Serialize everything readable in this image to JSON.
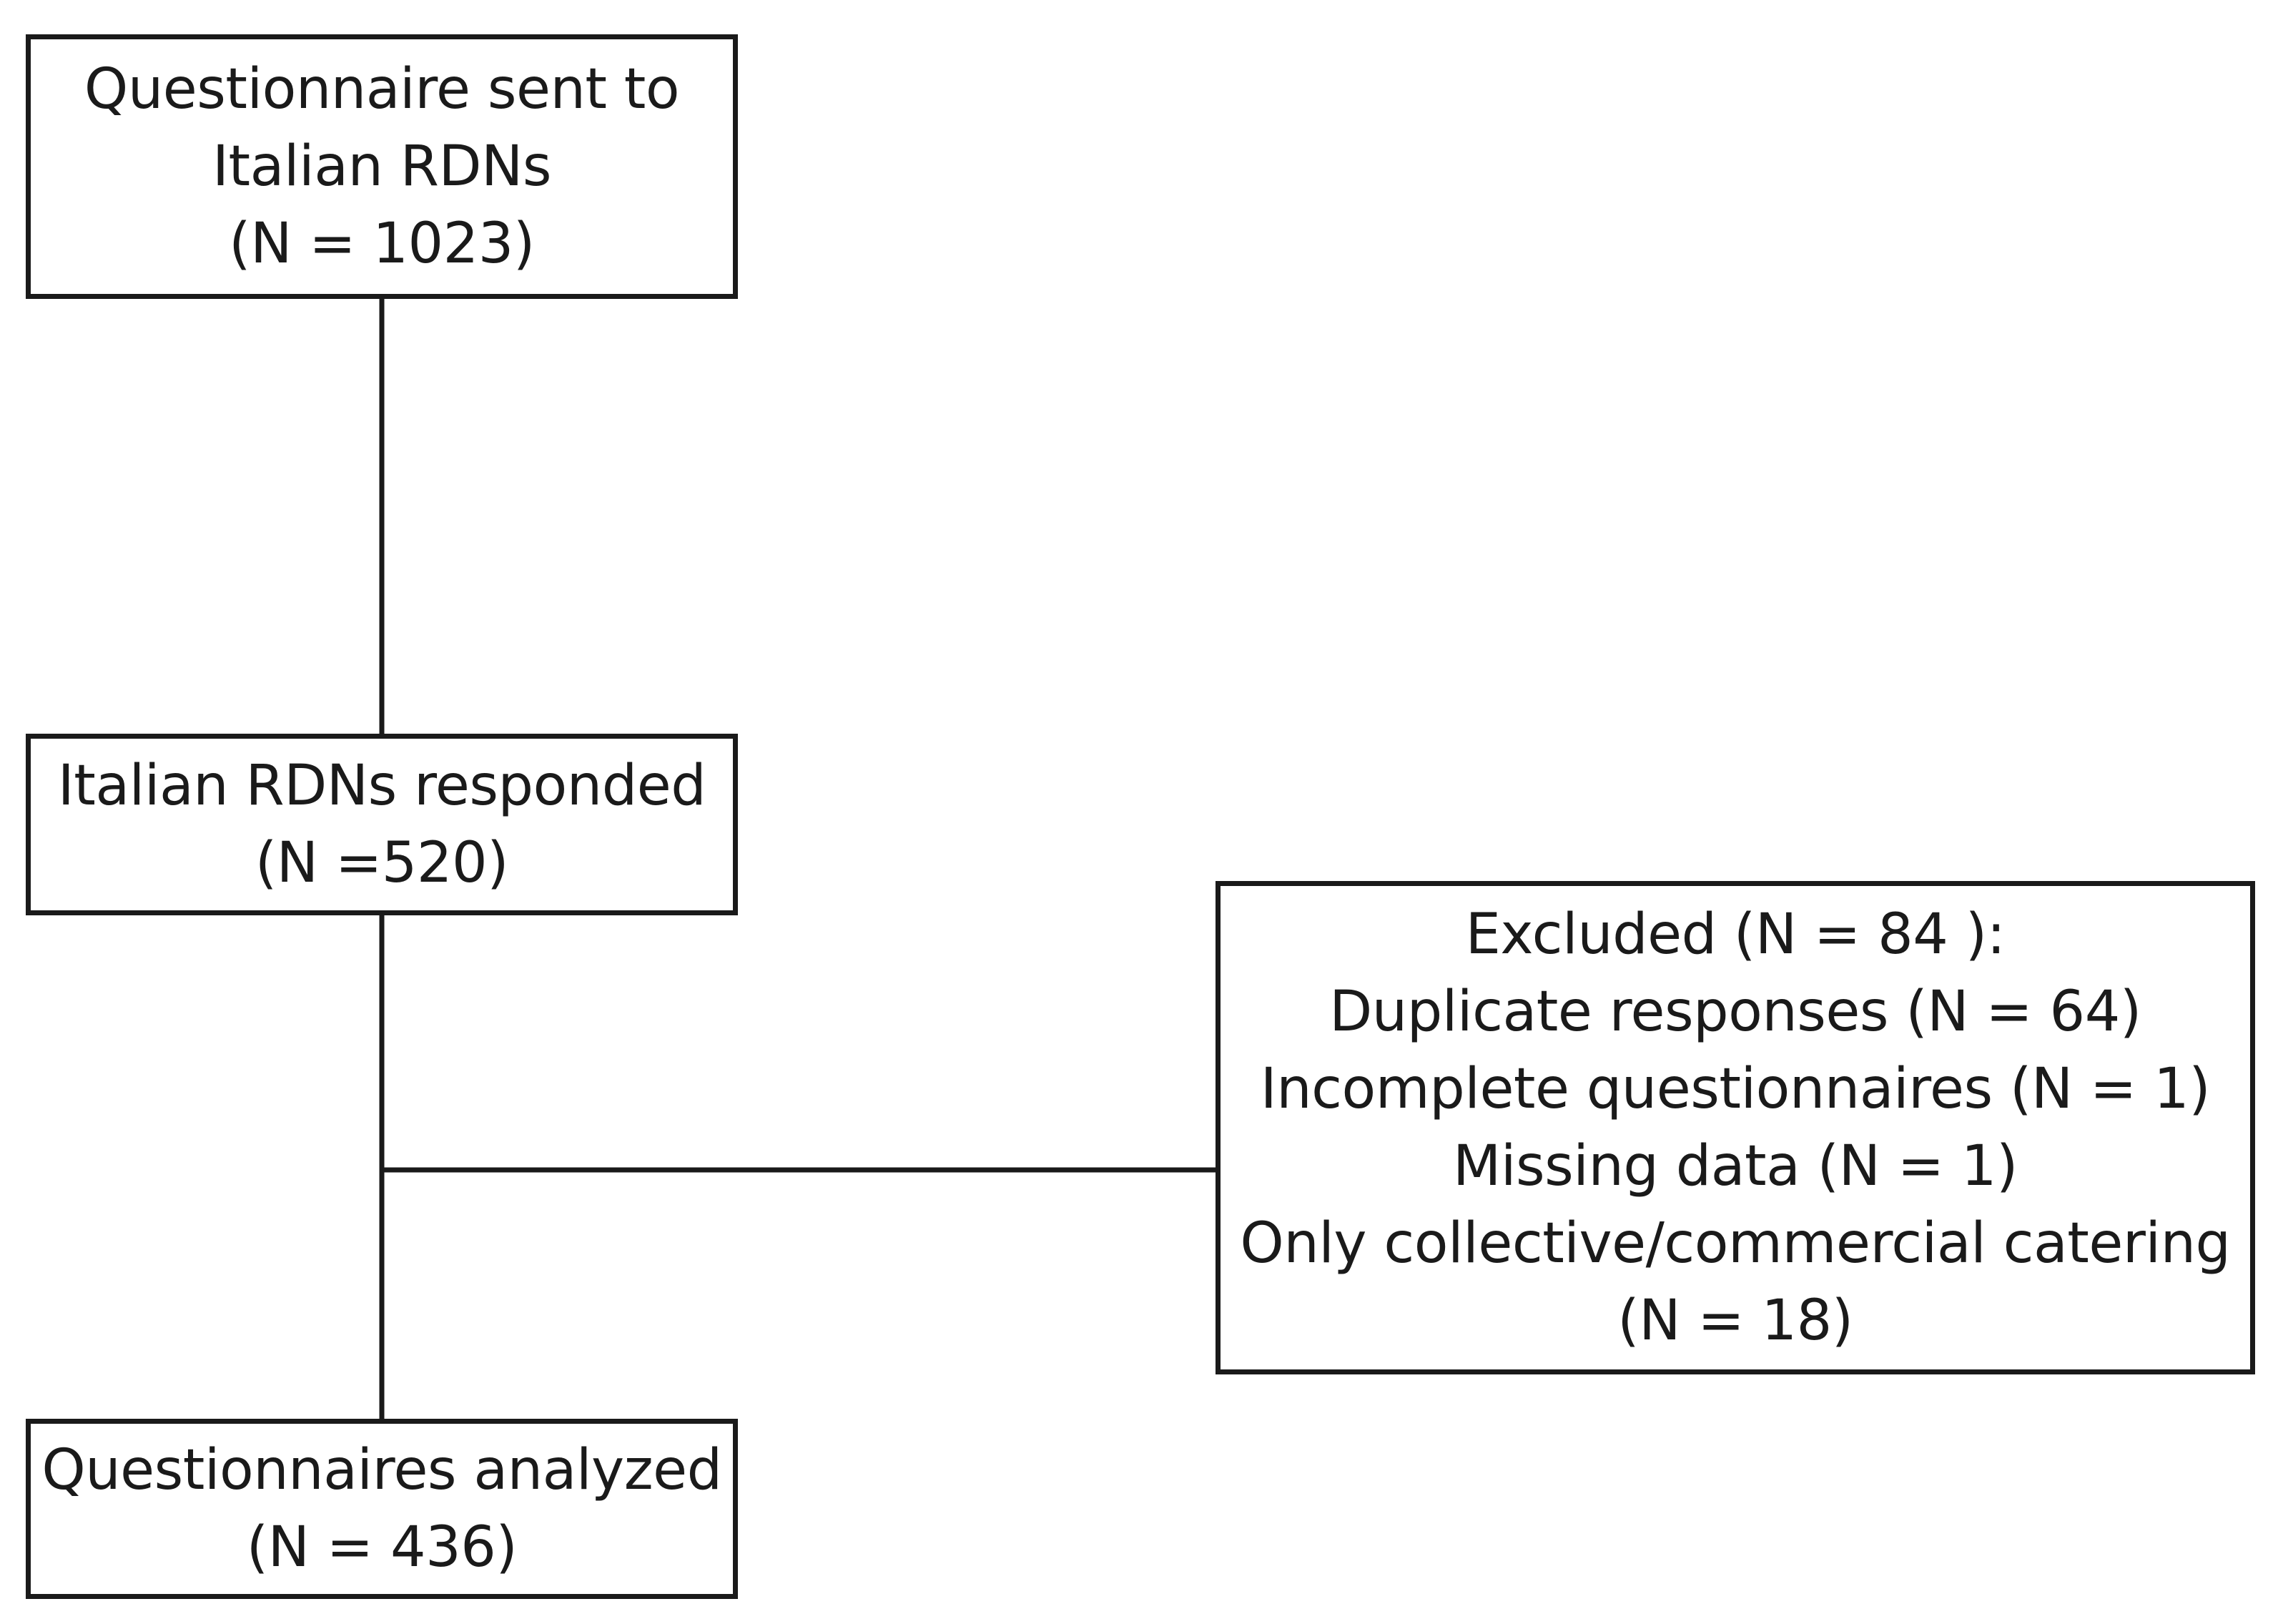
{
  "flowchart": {
    "boxes": {
      "sent": {
        "lines": [
          "Questionnaire sent to",
          "Italian RDNs",
          "(N = 1023)"
        ]
      },
      "responded": {
        "lines": [
          "Italian RDNs responded",
          "(N =520)"
        ]
      },
      "excluded": {
        "lines": [
          "Excluded (N = 84 ):",
          "Duplicate responses (N = 64)",
          "Incomplete questionnaires (N = 1)",
          "Missing data (N = 1)",
          "Only collective/commercial catering",
          "(N = 18)"
        ]
      },
      "analyzed": {
        "lines": [
          "Questionnaires analyzed",
          "(N = 436)"
        ]
      }
    },
    "colors": {
      "stroke": "#1a1a1a",
      "background": "#ffffff",
      "text": "#1a1a1a"
    }
  }
}
